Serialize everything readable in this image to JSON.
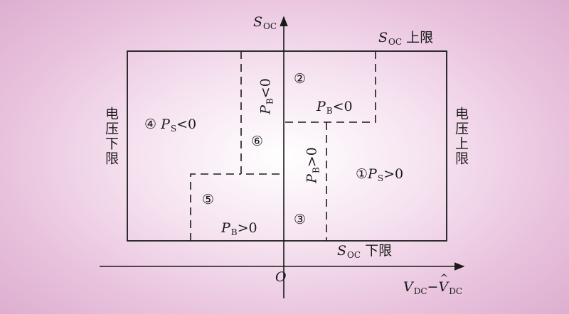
{
  "axes": {
    "y_symbol": "S",
    "y_sub": "OC",
    "x_symbol_v": "V",
    "x_sub_dc": "DC",
    "x_minus": "−",
    "x_symbol_vhat": "V",
    "x_sub_dc2": "DC",
    "origin": "O"
  },
  "bounds": {
    "soc_upper_symbol": "S",
    "soc_upper_sub": "OC",
    "soc_upper_text": "上限",
    "soc_lower_symbol": "S",
    "soc_lower_sub": "OC",
    "soc_lower_text": "下限",
    "voltage_lower": "电压下限",
    "voltage_upper": "电压上限"
  },
  "regions": {
    "r1_num": "①",
    "r1_sym": "P",
    "r1_sub": "S",
    "r1_rel": ">0",
    "r2_num": "②",
    "r2_sym": "P",
    "r2_sub": "B",
    "r2_rel": "<0",
    "r3_num": "③",
    "r3_sym": "P",
    "r3_sub": "B",
    "r3_rel": ">0",
    "r4_num": "④",
    "r4_sym": "P",
    "r4_sub": "S",
    "r4_rel": "<0",
    "r5_num": "⑤",
    "r5_sym": "P",
    "r5_sub": "B",
    "r5_rel": ">0",
    "r6_num": "⑥",
    "r6_sym": "P",
    "r6_sub": "B",
    "r6_rel": "<0"
  },
  "colors": {
    "line": "#1a1a1a",
    "bg_center": "#ffffff",
    "bg_edge": "#dcaccf"
  }
}
